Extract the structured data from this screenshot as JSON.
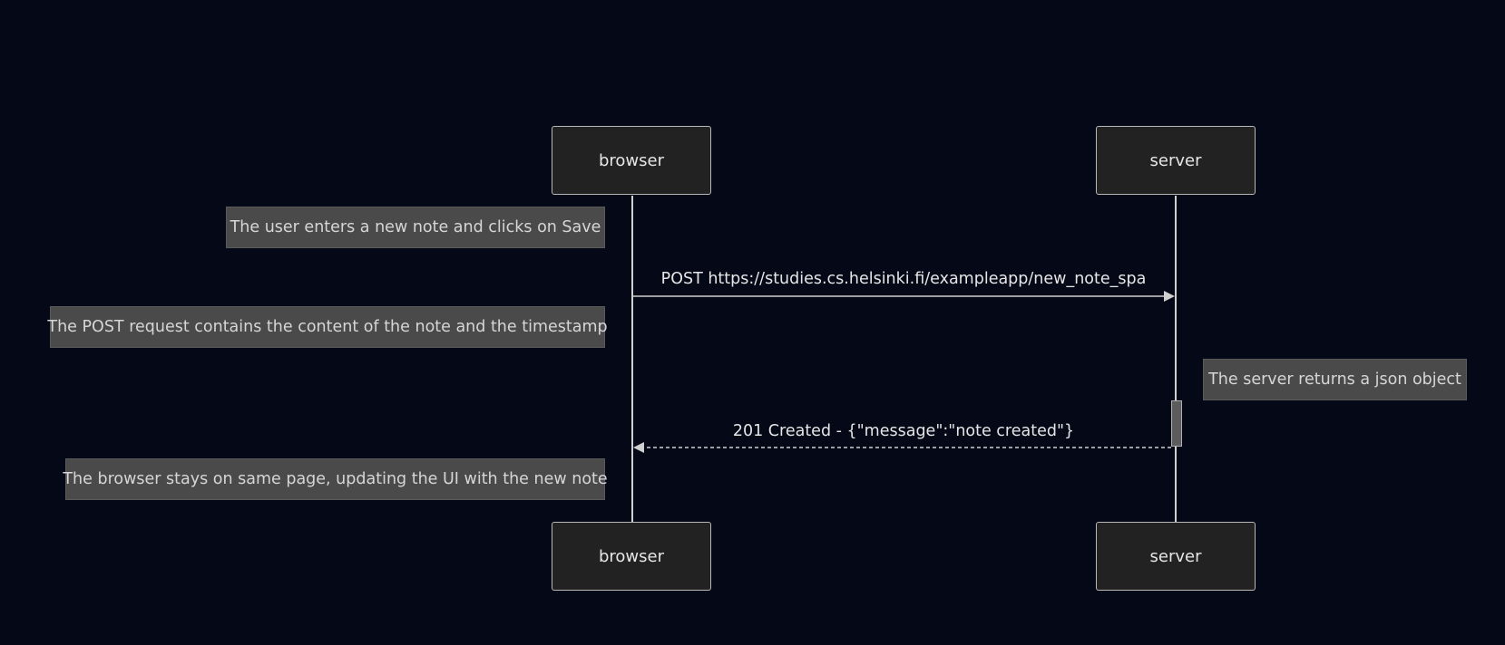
{
  "participants": {
    "browser": "browser",
    "server": "server"
  },
  "notes": {
    "user_save": "The user enters a new note and clicks on Save",
    "post_contains": "The POST request contains the content of the note and the timestamp",
    "server_returns": "The server returns a json object",
    "browser_stays": "The browser stays on same page, updating the UI with the new note"
  },
  "messages": {
    "post_request": "POST https://studies.cs.helsinki.fi/exampleapp/new_note_spa",
    "created_response": "201 Created - {\"message\":\"note created\"}"
  },
  "colors": {
    "background": "#040817",
    "actor_fill": "#222222",
    "note_fill": "#4a4a4a",
    "line": "#d0d0d0"
  }
}
